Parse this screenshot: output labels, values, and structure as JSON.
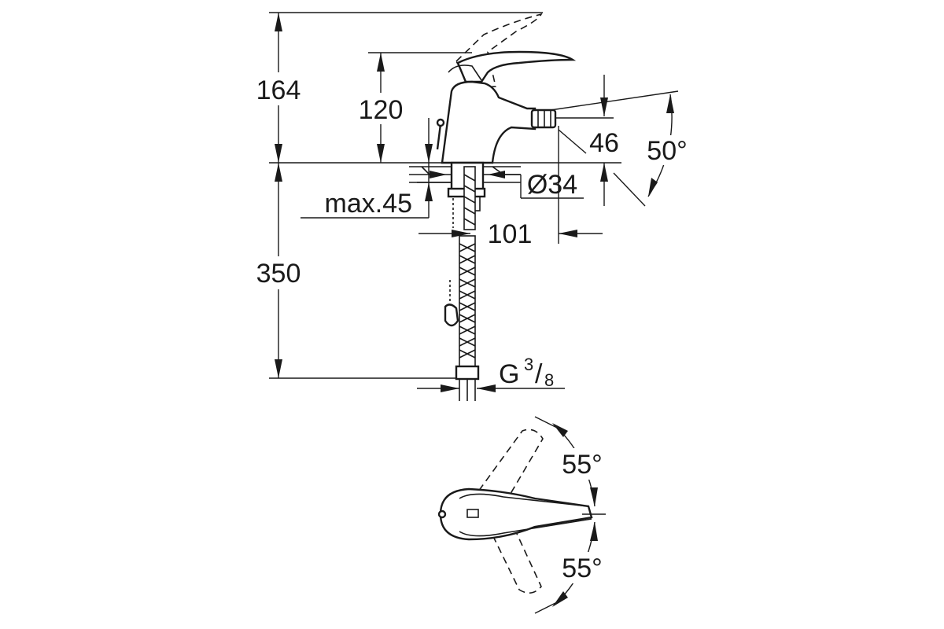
{
  "dimensions": {
    "total_height": "164",
    "spout_height": "120",
    "deck_to_connection": "350",
    "max_deck_thickness": "max.45",
    "hole_diameter": "Ø34",
    "spout_reach": "101",
    "aerator_height": "46",
    "aerator_angle": "50°",
    "connection_thread_main": "G",
    "connection_thread_num": "3",
    "connection_thread_den": "8",
    "lever_angle_left": "55°",
    "lever_angle_right": "55°"
  }
}
